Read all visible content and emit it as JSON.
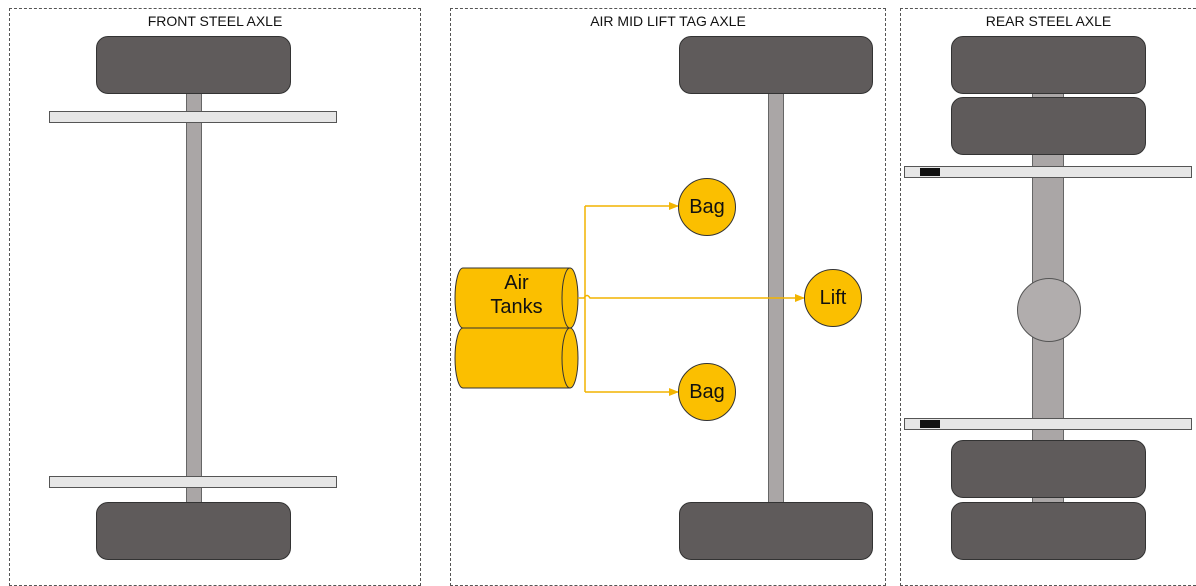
{
  "panels": {
    "front": {
      "title": "FRONT STEEL AXLE"
    },
    "mid": {
      "title": "AIR MID LIFT TAG AXLE"
    },
    "rear": {
      "title": "REAR STEEL AXLE"
    }
  },
  "air_system": {
    "tank_label_line1": "Air",
    "tank_label_line2": "Tanks",
    "bag_top": "Bag",
    "bag_bottom": "Bag",
    "lift": "Lift",
    "colors": {
      "node": "#fbbf00",
      "line": "#f2b400"
    }
  },
  "colors": {
    "tire": "#5f5b5b",
    "beam": "#aaa6a6",
    "bar": "#e6e6e6"
  }
}
